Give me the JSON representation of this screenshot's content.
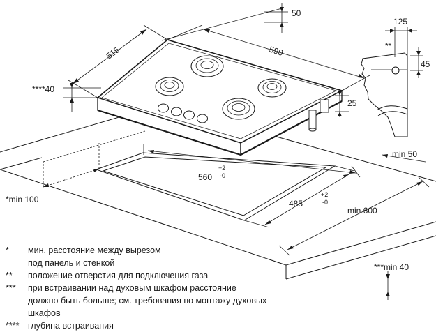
{
  "dimensions": {
    "d50_top": "50",
    "d515": "515",
    "d590": "590",
    "d125": "125",
    "d_stars2": "**",
    "d45": "45",
    "d40": "****40",
    "d25": "25",
    "dmin50": "min 50",
    "d560": "560",
    "d560_tol_upper": "+2",
    "d560_tol_lower": "-0",
    "d485": "485",
    "d485_tol_upper": "+2",
    "d485_tol_lower": "-0",
    "dmin100": "*min 100",
    "dmin600": "min 600",
    "dmin40": "***min 40"
  },
  "legend": [
    {
      "mark": "*",
      "lines": [
        "мин. расстояние между вырезом",
        "под панель и стенкой"
      ]
    },
    {
      "mark": "**",
      "lines": [
        "положение отверстия для подключения газа"
      ]
    },
    {
      "mark": "***",
      "lines": [
        "при встраивании над духовым шкафом расстояние",
        "должно быть больше; см. требования по монтажу духовых шкафов"
      ]
    },
    {
      "mark": "****",
      "lines": [
        "глубина встраивания"
      ]
    }
  ]
}
